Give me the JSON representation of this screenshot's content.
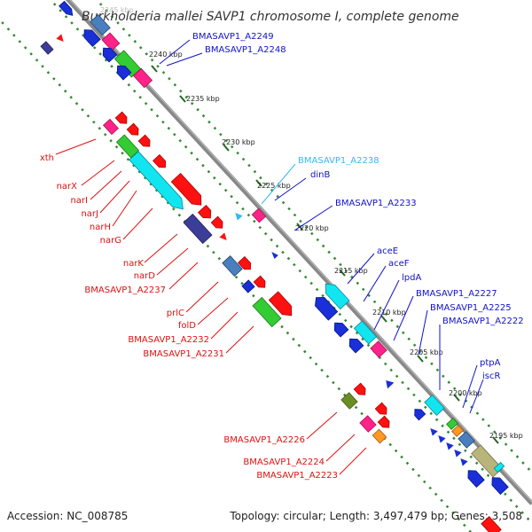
{
  "title": "Burkholderia mallei SAVP1 chromosome I, complete genome",
  "footer": {
    "accession": "Accession: NC_008785",
    "topology": "Topology: circular; Length: 3,497,479 bp; Genes: 3,508"
  },
  "colors": {
    "backbone": "#888888",
    "dots": "#2f8a2f",
    "forward_label": "#dd1111",
    "reverse_label": "#1111cc",
    "highlight_label": "#33bbee"
  },
  "ticks": [
    "2245 kbp",
    "2240 kbp",
    "2235 kbp",
    "2230 kbp",
    "2225 kbp",
    "2220 kbp",
    "2215 kbp",
    "2210 kbp",
    "2205 kbp",
    "2200 kbp",
    "2195 kbp"
  ],
  "left_labels": [
    "xth",
    "narX",
    "narI",
    "narJ",
    "narH",
    "narG",
    "narK",
    "narD",
    "BMASAVP1_A2237",
    "prlC",
    "folD",
    "BMASAVP1_A2232",
    "BMASAVP1_A2231",
    "BMASAVP1_A2226",
    "BMASAVP1_A2224",
    "BMASAVP1_A2223"
  ],
  "right_labels": [
    "BMASAVP1_A2249",
    "BMASAVP1_A2248",
    "BMASAVP1_A2238",
    "dinB",
    "BMASAVP1_A2233",
    "aceE",
    "aceF",
    "lpdA",
    "BMASAVP1_A2227",
    "BMASAVP1_A2225",
    "BMASAVP1_A2222",
    "ptpA",
    "iscR"
  ]
}
